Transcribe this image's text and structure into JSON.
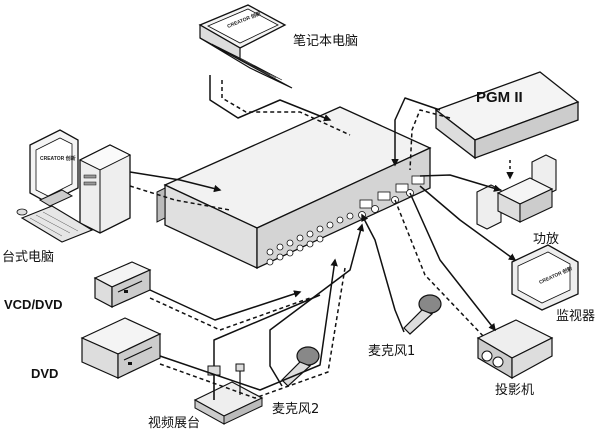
{
  "labels": {
    "laptop": "笔记本电脑",
    "desktop": "台式电脑",
    "vcd": "VCD/DVD",
    "dvd": "DVD",
    "visualizer": "视频展台",
    "mic1": "麦克风1",
    "mic2": "麦克风2",
    "projector": "投影机",
    "monitor": "监视器",
    "amplifier": "功放",
    "pgm": "PGM II"
  },
  "brand": {
    "laptop_logo": "CREATOR 创新",
    "desktop_logo": "CREATOR 创新",
    "monitor_logo": "CREATOR 创新"
  }
}
